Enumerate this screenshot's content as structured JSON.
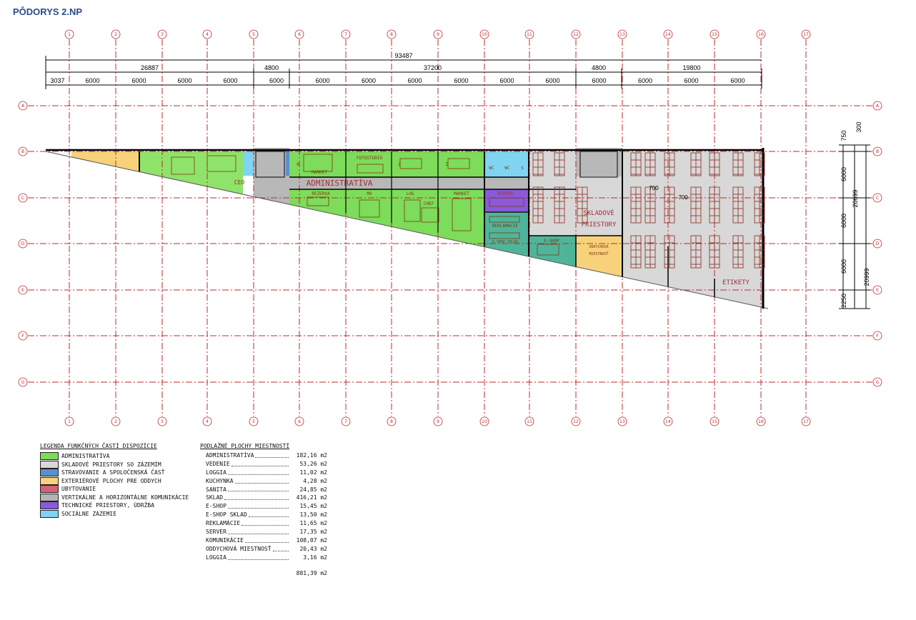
{
  "title": "PÔDORYS 2.NP",
  "axes": {
    "columns": [
      "1",
      "2",
      "3",
      "4",
      "5",
      "6",
      "7",
      "8",
      "9",
      "10",
      "11",
      "12",
      "13",
      "14",
      "15",
      "16",
      "17"
    ],
    "rows": [
      "A",
      "B",
      "C",
      "D",
      "E",
      "F",
      "G"
    ]
  },
  "dimensions": {
    "overall": "93487",
    "sections": [
      "26887",
      "4800",
      "37200",
      "4800",
      "19800"
    ],
    "bays": [
      "3037",
      "6000",
      "6000",
      "6000",
      "6000",
      "6000",
      "6000",
      "6000",
      "6000",
      "6000",
      "6000",
      "6000",
      "6000",
      "6000",
      "6000",
      "6000"
    ],
    "vertical": [
      "750",
      "300",
      "6000",
      "6000",
      "6000",
      "2250",
      "20699",
      "20999"
    ],
    "rack_gap": [
      "700",
      "700"
    ]
  },
  "rooms": {
    "ceo": "CEO",
    "administrativa": "ADMINISTRATÍVA",
    "market1": "MARKET",
    "fotostudio": "FOTOSTUDIO",
    "z1": "Z",
    "z2": "Z",
    "wc1": "WC",
    "wc2": "WC",
    "rezerva": "REZERVA",
    "mo": "MO",
    "log": "LOG",
    "chef": "CHEF",
    "market2": "MARKET",
    "server": "SERVER",
    "reklamacie": "REKLAMÁCIE",
    "eshop_sklad": "E-SHOP SKLAD",
    "eshop": "E-SHOP",
    "skladove1": "SKLADOVÉ",
    "skladove2": "PRIESTORY",
    "oddychova1": "ODDYCHOVÁ",
    "oddychova2": "MIESTNOSŤ",
    "etikety": "ETIKETY",
    "k": "K",
    "s": "S"
  },
  "legend": {
    "title": "LEGENDA FUNKČNÝCH ČASTÍ DISPOZÍCIE",
    "items": [
      {
        "label": "ADMINISTRATÍVA",
        "color": "#7ddc5a"
      },
      {
        "label": "SKLADOVÉ PRIESTORY SO ZÁZEMÍM",
        "color": "#d8d8d8"
      },
      {
        "label": "STRAVOVANIE A SPOLOČENSKÁ ČASŤ",
        "color": "#5b8fd0"
      },
      {
        "label": "EXTERIÉROVÉ PLOCHY PRE ODDYCH",
        "color": "#f7d27a"
      },
      {
        "label": "UBYTOVANIE",
        "color": "#d9607a"
      },
      {
        "label": "VERTIKÁLNE A HORIZONTÁLNE KOMUNIKÁCIE",
        "color": "#b4b4b4"
      },
      {
        "label": "TECHNICKÉ PRIESTORY, ÚDRŽBA",
        "color": "#8a5ad8"
      },
      {
        "label": "SOCIÁLNE ZÁZEMIE",
        "color": "#7fd4f2"
      }
    ]
  },
  "areas": {
    "title": "PODLAŽNÉ PLOCHY MIESTNOSTÍ",
    "rows": [
      {
        "name": "ADMINISTRATÍVA",
        "value": "182,16 m2"
      },
      {
        "name": "VEDENIE",
        "value": "53,26 m2"
      },
      {
        "name": "LOGGIA",
        "value": "11,02 m2"
      },
      {
        "name": "KUCHYNKA",
        "value": "4,28 m2"
      },
      {
        "name": "SANITA",
        "value": "24,85 m2"
      },
      {
        "name": "SKLAD",
        "value": "416,21 m2"
      },
      {
        "name": "E-SHOP",
        "value": "15,45 m2"
      },
      {
        "name": "E-SHOP SKLAD",
        "value": "13,50 m2"
      },
      {
        "name": "REKLAMÁCIE",
        "value": "11,65 m2"
      },
      {
        "name": "SERVER",
        "value": "17,35 m2"
      },
      {
        "name": "KOMUNIKÁCIE",
        "value": "108,07 m2"
      },
      {
        "name": "ODDYCHOVÁ MIESTNOSŤ",
        "value": "20,43 m2"
      },
      {
        "name": "LOGGIA",
        "value": "3,16 m2"
      }
    ],
    "total": "881,39 m2"
  }
}
